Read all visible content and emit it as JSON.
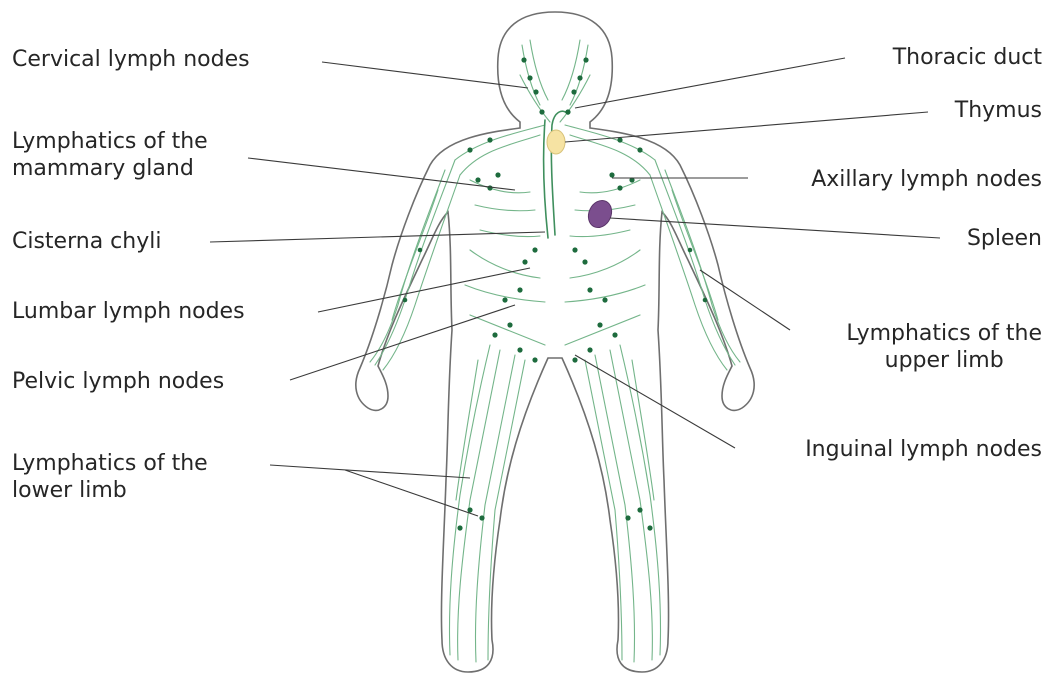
{
  "labels": {
    "cervical": "Cervical lymph nodes",
    "mammary_1": "Lymphatics of the",
    "mammary_2": "mammary gland",
    "cisterna": "Cisterna chyli",
    "lumbar": "Lumbar lymph nodes",
    "pelvic": "Pelvic lymph nodes",
    "lower_limb_1": "Lymphatics of the",
    "lower_limb_2": "lower limb",
    "thoracic_duct": "Thoracic duct",
    "thymus": "Thymus",
    "axillary": "Axillary lymph nodes",
    "spleen": "Spleen",
    "upper_limb_1": "Lymphatics of the",
    "upper_limb_2": "upper limb",
    "inguinal": "Inguinal lymph nodes"
  },
  "colors": {
    "outline": "#6f6f6f",
    "lymph_vessel": "#74b58a",
    "lymph_node": "#1d6b3d",
    "thymus": "#f6e3a3",
    "spleen": "#7b4e8e",
    "leader_line": "#3a3a3a",
    "text": "#262626"
  }
}
